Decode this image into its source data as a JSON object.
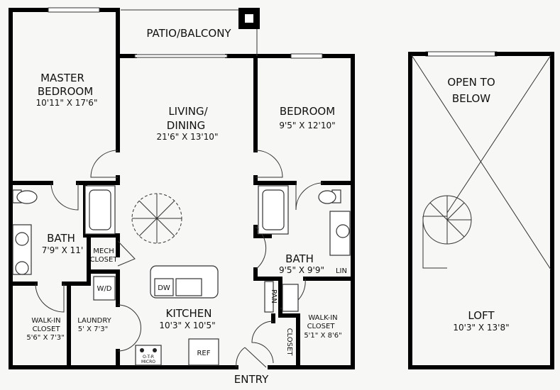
{
  "rooms": {
    "patio": {
      "name": "PATIO/BALCONY"
    },
    "master_bedroom": {
      "name_line1": "MASTER",
      "name_line2": "BEDROOM",
      "dims": "10'11\" X 17'6\""
    },
    "living": {
      "name_line1": "LIVING/",
      "name_line2": "DINING",
      "dims": "21'6\" X 13'10\""
    },
    "bedroom": {
      "name": "BEDROOM",
      "dims": "9'5\" X 12'10\""
    },
    "master_bath": {
      "name": "BATH",
      "dims": "7'9\" X 11'"
    },
    "mech_closet": {
      "name_line1": "MECH",
      "name_line2": "CLOSET"
    },
    "bath2": {
      "name": "BATH",
      "dims": "9'5\" X 9'9\""
    },
    "linen": {
      "name": "LIN"
    },
    "pantry": {
      "name": "PAN"
    },
    "washer_dryer": {
      "name": "W/D"
    },
    "dishwasher": {
      "name": "DW"
    },
    "kitchen": {
      "name": "KITCHEN",
      "dims": "10'3\" X 10'5\""
    },
    "walkin_closet_1": {
      "name_line1": "WALK-IN",
      "name_line2": "CLOSET",
      "dims": "5'6\" X 7'3\""
    },
    "laundry": {
      "name": "LAUNDRY",
      "dims": "5' X 7'3\""
    },
    "walkin_closet_2": {
      "name_line1": "WALK-IN",
      "name_line2": "CLOSET",
      "dims": "5'1\" X 8'6\""
    },
    "closet": {
      "name": "CLOSET"
    },
    "refrigerator": {
      "name": "REF"
    },
    "microwave": {
      "name_line1": "O-T-R",
      "name_line2": "MICRO"
    },
    "entry": {
      "name": "ENTRY"
    },
    "open_to_below": {
      "name_line1": "OPEN TO",
      "name_line2": "BELOW"
    },
    "loft": {
      "name": "LOFT",
      "dims": "10'3\" X 13'8\""
    }
  },
  "colors": {
    "wall": "#000000",
    "background": "#f7f7f5"
  }
}
